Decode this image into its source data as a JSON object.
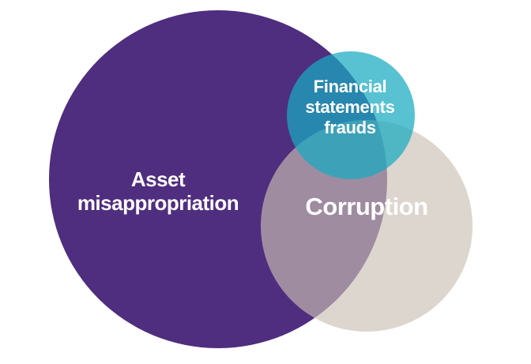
{
  "page": {
    "background_color": "#FFFFFF"
  },
  "venn": {
    "type": "venn_diagram",
    "text_color": "#FFFFFF",
    "sets": [
      {
        "name": "asset-misappropriation",
        "label": "Asset misappropriation",
        "label_lines": [
          "Asset",
          "misappropriation"
        ],
        "fill": "#4F2D7F",
        "rendered_color": "#4F2D7F",
        "opacity": "opaque",
        "relative_size": "large"
      },
      {
        "name": "corruption",
        "label": "Corruption",
        "label_lines": [
          "Corruption"
        ],
        "fill": "rgba(203,192,180,0.65)",
        "rendered_color": "#DDD6CE",
        "opacity": "semi-transparent",
        "relative_size": "medium"
      },
      {
        "name": "financial-statements-frauds",
        "label": "Financial statements frauds",
        "label_lines": [
          "Financial",
          "statements",
          "frauds"
        ],
        "fill": "rgba(24,171,192,0.72)",
        "rendered_color": "#59C3D2",
        "opacity": "semi-transparent",
        "relative_size": "small"
      }
    ],
    "overlap_colors": {
      "asset_and_financial": "#3B80A8",
      "asset_and_corruption": "#9A8BA3",
      "corruption_and_financial": "#62B5C0",
      "all_three": "#4E96AD"
    }
  }
}
